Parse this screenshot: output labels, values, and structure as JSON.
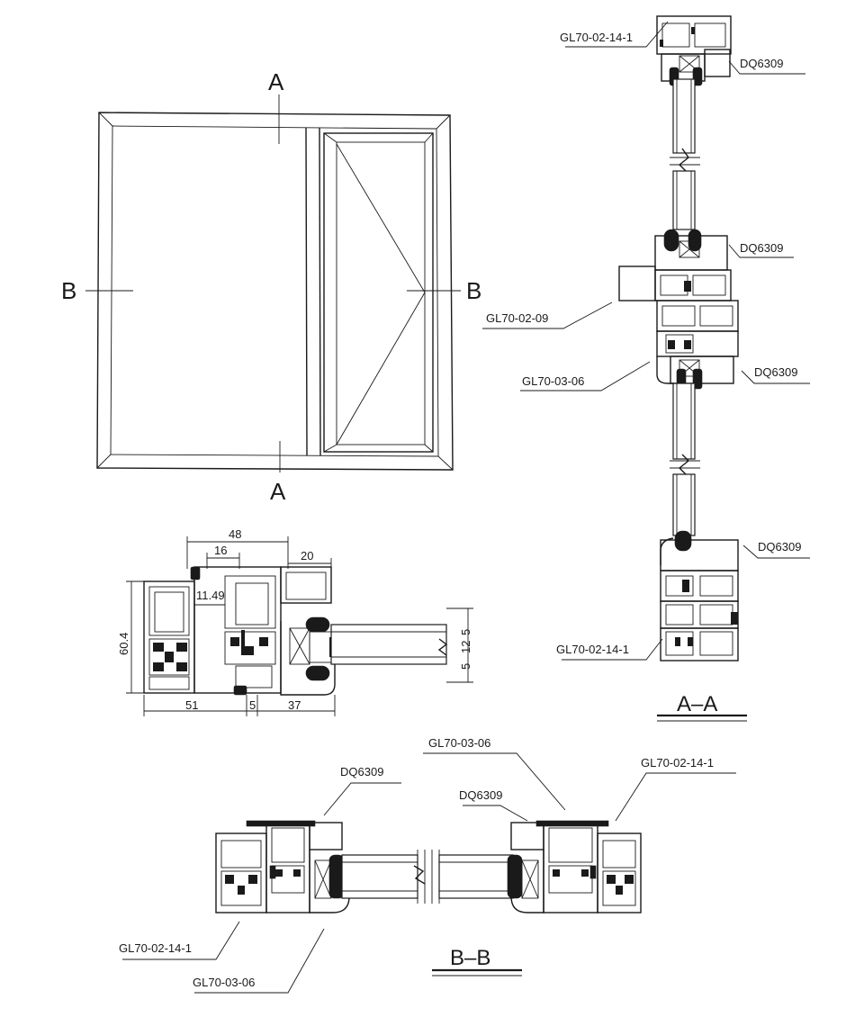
{
  "elevation": {
    "section_marks": {
      "top": "A",
      "bottom": "A",
      "left": "B",
      "right": "B"
    }
  },
  "section_aa": {
    "title": "A–A",
    "callouts": [
      {
        "text": "GL70-02-14-1"
      },
      {
        "text": "DQ6309"
      },
      {
        "text": "DQ6309"
      },
      {
        "text": "GL70-02-09"
      },
      {
        "text": "GL70-03-06"
      },
      {
        "text": "DQ6309"
      },
      {
        "text": "DQ6309"
      },
      {
        "text": "GL70-02-14-1"
      }
    ]
  },
  "detail": {
    "dimensions": {
      "overall_top": "48",
      "inner_top": "16",
      "right_top": "20",
      "gap": "11.49",
      "height": "60.4",
      "bottom_left": "51",
      "bottom_mid": "5",
      "bottom_right": "37",
      "glass_a": "5",
      "glass_b": "12",
      "glass_c": "5"
    }
  },
  "section_bb": {
    "title": "B–B",
    "callouts": [
      {
        "text": "DQ6309"
      },
      {
        "text": "GL70-03-06"
      },
      {
        "text": "DQ6309"
      },
      {
        "text": "GL70-02-14-1"
      },
      {
        "text": "GL70-02-14-1"
      },
      {
        "text": "GL70-03-06"
      }
    ]
  }
}
